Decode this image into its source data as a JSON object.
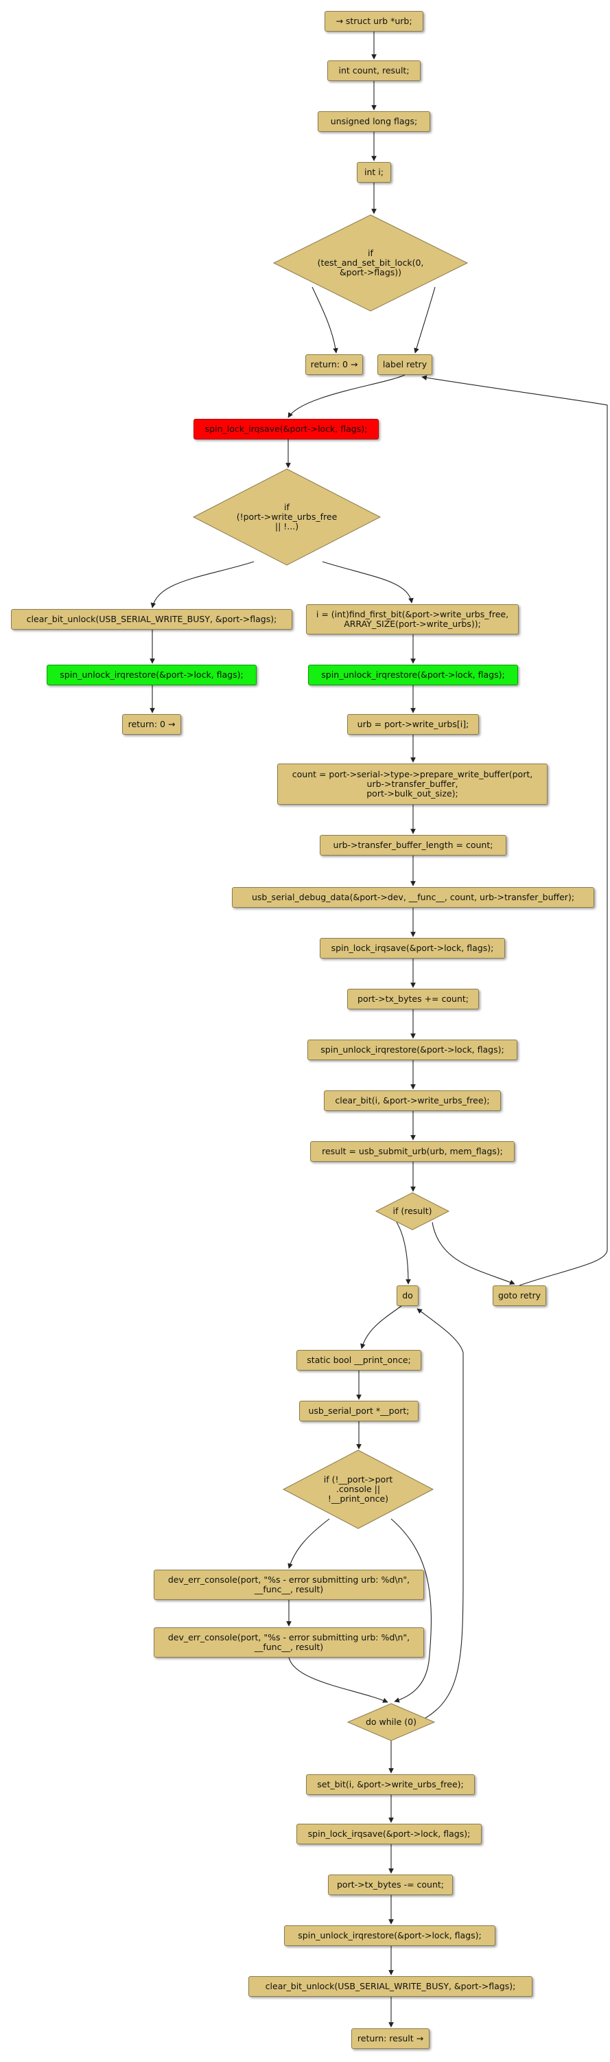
{
  "colors": {
    "node_fill": "#dcc47c",
    "node_border": "#8a7a4e",
    "highlight_red": "#ff0000",
    "highlight_green": "#14f00f",
    "edge": "#222222"
  },
  "nodes": {
    "n1": "→ struct urb *urb;",
    "n2": "int count, result;",
    "n3": "unsigned long flags;",
    "n4": "int i;",
    "d1": "if\n(test_and_set_bit_lock(0,\n&port->flags))",
    "n5": "return: 0 →",
    "n6": "label retry",
    "n7": "spin_lock_irqsave(&port->lock, flags);",
    "d2": "if\n(!port->write_urbs_free\n|| !...)",
    "n8": "clear_bit_unlock(USB_SERIAL_WRITE_BUSY, &port->flags);",
    "n9": "spin_unlock_irqrestore(&port->lock, flags);",
    "n10": "return: 0 →",
    "n11": "i = (int)find_first_bit(&port->write_urbs_free,\nARRAY_SIZE(port->write_urbs));",
    "n12": "spin_unlock_irqrestore(&port->lock, flags);",
    "n13": "urb = port->write_urbs[i];",
    "n14": "count = port->serial->type->prepare_write_buffer(port,\nurb->transfer_buffer,\nport->bulk_out_size);",
    "n15": "urb->transfer_buffer_length = count;",
    "n16": "usb_serial_debug_data(&port->dev, __func__, count, urb->transfer_buffer);",
    "n17": "spin_lock_irqsave(&port->lock, flags);",
    "n18": "port->tx_bytes += count;",
    "n19": "spin_unlock_irqrestore(&port->lock, flags);",
    "n20": "clear_bit(i, &port->write_urbs_free);",
    "n21": "result = usb_submit_urb(urb, mem_flags);",
    "d3": "if (result)",
    "n22": "do",
    "n23": "goto retry",
    "n24": "static bool __print_once;",
    "n25": "usb_serial_port *__port;",
    "d4": "if (!__port->port\n.console ||\n!__print_once)",
    "n26": "dev_err_console(port, \"%s - error submitting urb: %d\\n\",\n__func__, result)",
    "n27": "dev_err_console(port, \"%s - error submitting urb: %d\\n\",\n__func__, result)",
    "d5": "do while (0)",
    "n28": "set_bit(i, &port->write_urbs_free);",
    "n29": "spin_lock_irqsave(&port->lock, flags);",
    "n30": "port->tx_bytes -= count;",
    "n31": "spin_unlock_irqrestore(&port->lock, flags);",
    "n32": "clear_bit_unlock(USB_SERIAL_WRITE_BUSY, &port->flags);",
    "n33": "return: result →"
  }
}
